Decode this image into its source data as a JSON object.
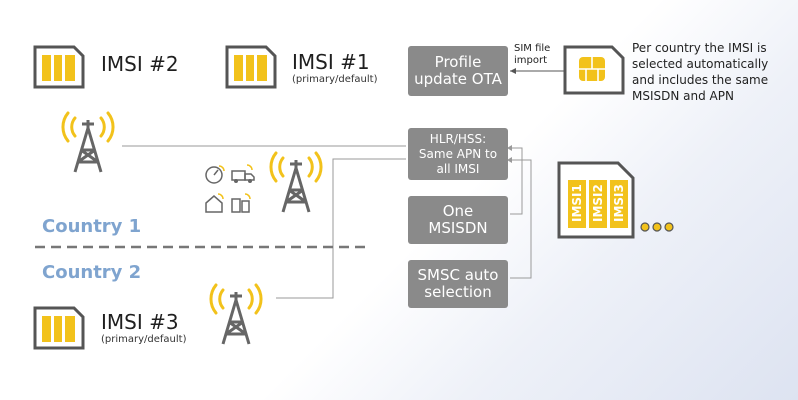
{
  "colors": {
    "accent_yellow": "#f2c21b",
    "box_gray": "#8a8a8a",
    "icon_gray": "#555555",
    "country_blue": "#7fa4cf",
    "line_gray": "#9a9a9a"
  },
  "imsi": [
    {
      "label": "IMSI #2",
      "sub": ""
    },
    {
      "label": "IMSI #1",
      "sub": "(primary/default)"
    },
    {
      "label": "IMSI #3",
      "sub": "(primary/default)"
    }
  ],
  "boxes": {
    "profile_ota": [
      "Profile",
      "update OTA"
    ],
    "hlr": [
      "HLR/HSS:",
      "Same APN to",
      "all IMSI"
    ],
    "msisdn": [
      "One",
      "MSISDN"
    ],
    "smsc": [
      "SMSC auto",
      "selection"
    ]
  },
  "sim_file_import": [
    "SIM file",
    "import"
  ],
  "note": [
    "Per country the IMSI is",
    "selected automatically",
    "and includes the same",
    "MSISDN and APN"
  ],
  "countries": [
    "Country 1",
    "Country 2"
  ],
  "multi_sim": [
    "IMSI1",
    "IMSI2",
    "IMSI3"
  ],
  "icons": [
    "cell-tower-icon",
    "sim-card-icon",
    "meter-icon",
    "truck-icon",
    "home-icon",
    "devices-icon"
  ]
}
